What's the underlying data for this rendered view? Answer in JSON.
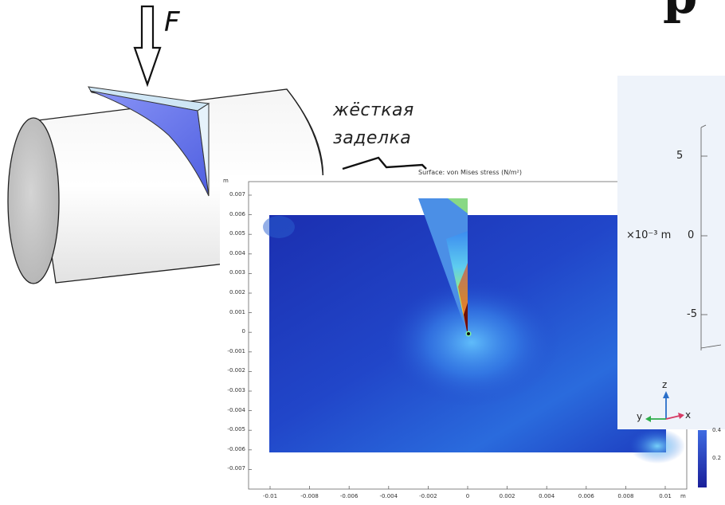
{
  "force_label": "F",
  "corner_glyph": "р",
  "annotation": {
    "line1": "жёсткая",
    "line2": "заделка"
  },
  "plot": {
    "title": "Surface: von Mises stress (N/m²)",
    "y_unit": "m",
    "x_unit": "m",
    "y_ticks": [
      "0.007",
      "0.006",
      "0.005",
      "0.004",
      "0.003",
      "0.002",
      "0.001",
      "0",
      "-0.001",
      "-0.002",
      "-0.003",
      "-0.004",
      "-0.005",
      "-0.006",
      "-0.007"
    ],
    "x_ticks": [
      "-0.01",
      "-0.008",
      "-0.006",
      "-0.004",
      "-0.002",
      "0",
      "0.002",
      "0.004",
      "0.006",
      "0.008",
      "0.01"
    ]
  },
  "colorbar": {
    "ticks": [
      "0.4",
      "0.2"
    ]
  },
  "inset": {
    "ticks": [
      "5",
      "0",
      "-5"
    ],
    "unit_label": "×10⁻³ m",
    "axes": {
      "z": "z",
      "y": "y",
      "x": "x"
    }
  },
  "colors": {
    "domain_dark": "#1a2fa8",
    "wedge_3d": "#6f7cf0",
    "wedge_top": "#cfe6f5",
    "cylinder_face": "#c8c8c8",
    "inset_bg": "#eef3fa",
    "axis_z": "#2a6fc9",
    "axis_y": "#2eae4a",
    "axis_x": "#d63a64"
  }
}
